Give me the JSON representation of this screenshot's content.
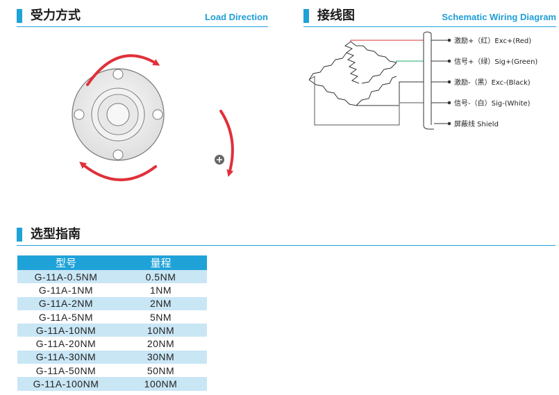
{
  "load_section": {
    "title_cn": "受力方式",
    "title_en": "Load Direction"
  },
  "wiring_section": {
    "title_cn": "接线图",
    "title_en": "Schematic Wiring Diagram",
    "wires": [
      {
        "label": "激励+（红）Exc+(Red)",
        "color": "#e0303a"
      },
      {
        "label": "信号+（绿）Sig+(Green)",
        "color": "#1fa86a"
      },
      {
        "label": "激励-（黑）Exc-(Black)",
        "color": "#333333"
      },
      {
        "label": "信号-（白）Sig-(White)",
        "color": "#999999"
      },
      {
        "label": "屏蔽线  Shield",
        "color": "#555555"
      }
    ]
  },
  "selection_section": {
    "title_cn": "选型指南",
    "headers": [
      "型号",
      "量程"
    ],
    "rows": [
      [
        "G-11A-0.5NM",
        "0.5NM"
      ],
      [
        "G-11A-1NM",
        "1NM"
      ],
      [
        "G-11A-2NM",
        "2NM"
      ],
      [
        "G-11A-5NM",
        "5NM"
      ],
      [
        "G-11A-10NM",
        "10NM"
      ],
      [
        "G-11A-20NM",
        "20NM"
      ],
      [
        "G-11A-30NM",
        "30NM"
      ],
      [
        "G-11A-50NM",
        "50NM"
      ],
      [
        "G-11A-100NM",
        "100NM"
      ]
    ]
  },
  "colors": {
    "accent": "#1fa2d8",
    "arrow": "#e0303a",
    "row_alt": "#c9e6f5"
  },
  "icons": [
    "circular-arrow-icon",
    "plus-circle-icon"
  ]
}
